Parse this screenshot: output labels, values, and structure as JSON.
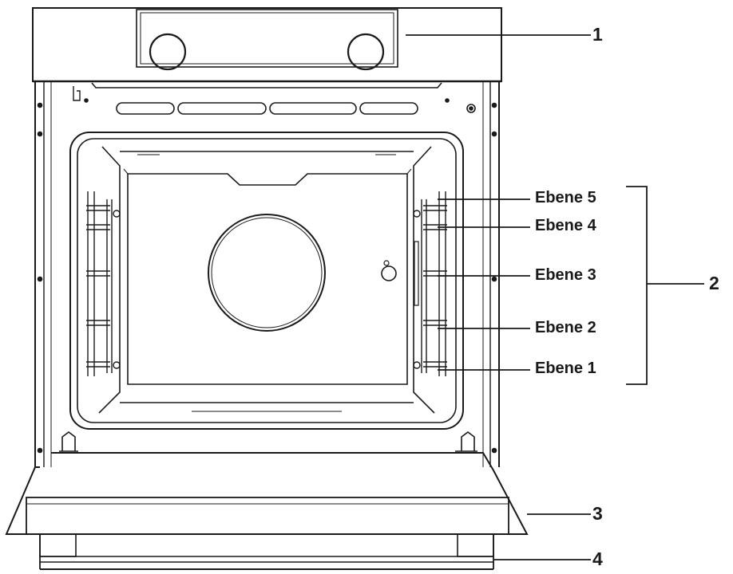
{
  "callouts": {
    "control_panel": "1",
    "shelf_levels_group": "2",
    "oven_door": "3",
    "door_bottom": "4"
  },
  "shelf_levels": [
    {
      "label": "Ebene 5"
    },
    {
      "label": "Ebene 4"
    },
    {
      "label": "Ebene 3"
    },
    {
      "label": "Ebene 2"
    },
    {
      "label": "Ebene 1"
    }
  ],
  "colors": {
    "line": "#1a1a1a",
    "background": "#ffffff"
  }
}
